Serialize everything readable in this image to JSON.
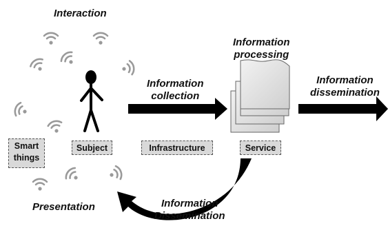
{
  "labels": {
    "interaction": "Interaction",
    "info_collection_1": "Information",
    "info_collection_2": "collection",
    "info_processing_1": "Information",
    "info_processing_2": "processing",
    "info_dissemination_right_1": "Information",
    "info_dissemination_right_2": "dissemination",
    "presentation": "Presentation",
    "info_dissemination_bottom_1": "Information",
    "info_dissemination_bottom_2": "Dissemination"
  },
  "boxes": {
    "smart_things_1": "Smart",
    "smart_things_2": "things",
    "subject": "Subject",
    "infrastructure": "Infrastructure",
    "service": "Service"
  },
  "colors": {
    "arrow": "#000000",
    "box_fill": "#d9d9d9",
    "doc_fill": "#e6e6e6",
    "signal_icon": "#9a9a9a"
  },
  "icons": [
    "stick-figure-icon",
    "wifi-signal-icon",
    "document-stack-icon"
  ]
}
